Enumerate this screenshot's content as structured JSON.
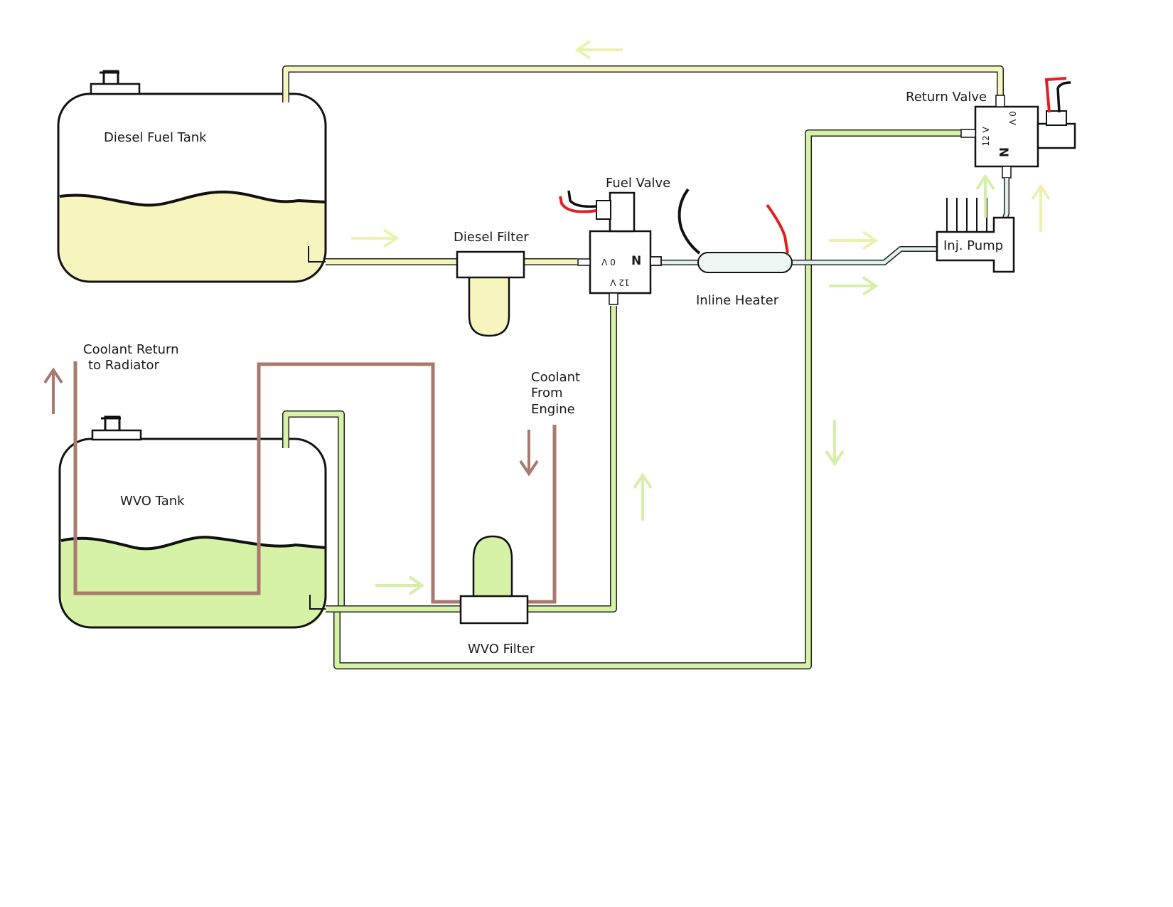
{
  "labels": {
    "diesel_tank": "Diesel Fuel Tank",
    "wvo_tank": "WVO Tank",
    "diesel_filter": "Diesel Filter",
    "fuel_valve": "Fuel Valve",
    "inline_heater": "Inline Heater",
    "return_valve": "Return Valve",
    "inj_pump": "Inj. Pump",
    "wvo_filter": "WVO Filter",
    "coolant_return_1": "Coolant Return",
    "coolant_return_2": "to Radiator",
    "coolant_from_1": "Coolant",
    "coolant_from_2": "From",
    "coolant_from_3": "Engine"
  },
  "valve_marks": {
    "fuel_valve_n": "N",
    "fuel_valve_0v": "0 V",
    "fuel_valve_12v": "12 V",
    "return_valve_n": "N",
    "return_valve_12v": "12 V",
    "return_valve_0v": "0 V"
  },
  "colors": {
    "diesel": "#f5f5bd",
    "wvo": "#d6f2a6",
    "coolant": "#a87a6e",
    "diesel_arrow": "#eef0b0",
    "wvo_arrow": "#d4f0a8",
    "wire_red": "#e02020",
    "wire_black": "#111111"
  }
}
